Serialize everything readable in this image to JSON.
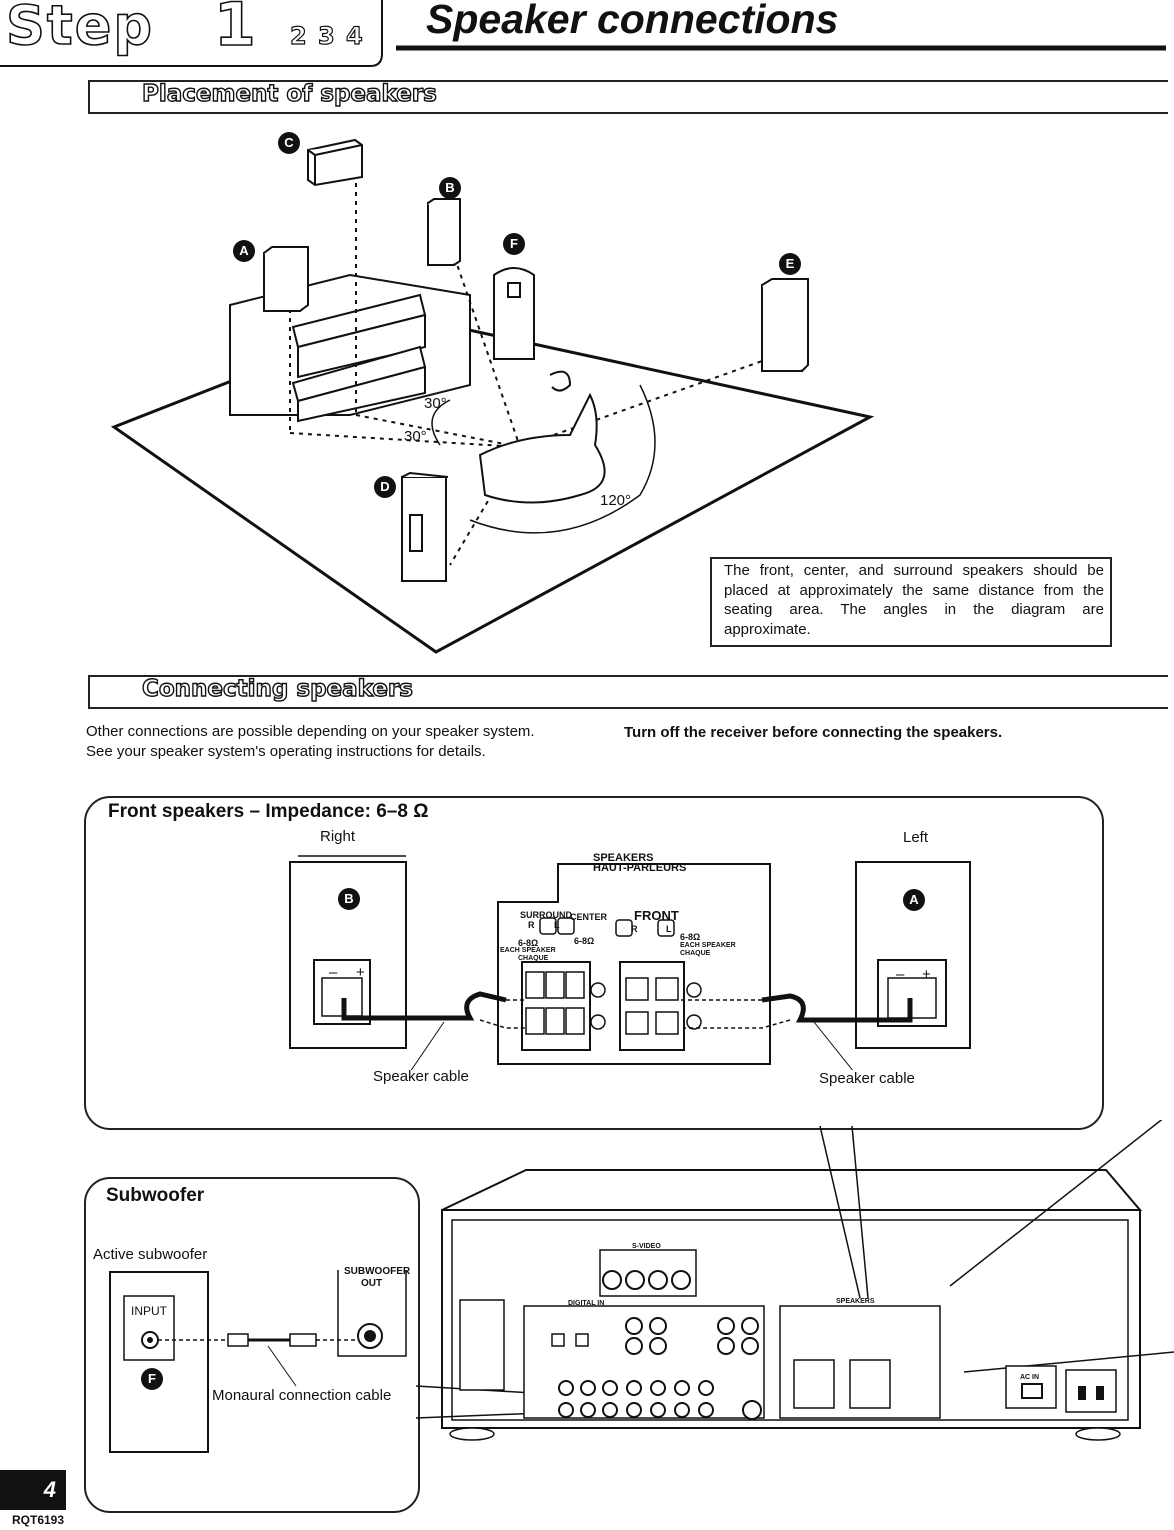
{
  "header": {
    "step_word": "Step",
    "step_current": "1",
    "step_others": [
      "2",
      "3",
      "4"
    ],
    "title": "Speaker connections"
  },
  "placement": {
    "heading": "Placement of speakers",
    "speaker_badges": {
      "A": "A",
      "B": "B",
      "C": "C",
      "D": "D",
      "E": "E",
      "F": "F"
    },
    "angles": {
      "a1": "30°",
      "a2": "30°",
      "a3": "120°"
    },
    "note": "The front, center, and surround speakers should be placed at approximately the same distance from the seating area. The angles in the diagram are approximate."
  },
  "connecting": {
    "heading": "Connecting speakers",
    "intro_line1": "Other connections are possible depending on your speaker system.",
    "intro_line2": "See your speaker system's operating instructions for details.",
    "warning": "Turn off the receiver before connecting the speakers."
  },
  "front_panel": {
    "title": "Front speakers – Impedance: 6–8 Ω",
    "right_label": "Right",
    "left_label": "Left",
    "speakers_label_1": "SPEAKERS",
    "speakers_label_2": "HAUT-PARLEURS",
    "surround": "SURROUND",
    "center": "CENTER",
    "front": "FRONT",
    "r": "R",
    "l": "L",
    "ohm1": "6-8Ω",
    "ohm2": "6-8Ω",
    "ohm3": "6-8Ω",
    "each1": "EACH SPEAKER",
    "chaque1": "CHAQUE",
    "each2": "EACH SPEAKER",
    "chaque2": "CHAQUE",
    "minus": "–",
    "plus": "+",
    "badge_right": "B",
    "badge_left": "A",
    "cable_right": "Speaker cable",
    "cable_left": "Speaker cable"
  },
  "subwoofer_panel": {
    "title": "Subwoofer",
    "active": "Active subwoofer",
    "input": "INPUT",
    "badge": "F",
    "sub_out_1": "SUBWOOFER",
    "sub_out_2": "OUT",
    "cable": "Monaural connection cable"
  },
  "receiver": {
    "s_video": "S-VIDEO",
    "digital_in": "DIGITAL IN",
    "speakers": "SPEAKERS",
    "ac_in": "AC IN"
  },
  "footer": {
    "page": "4",
    "model": "RQT6193"
  }
}
